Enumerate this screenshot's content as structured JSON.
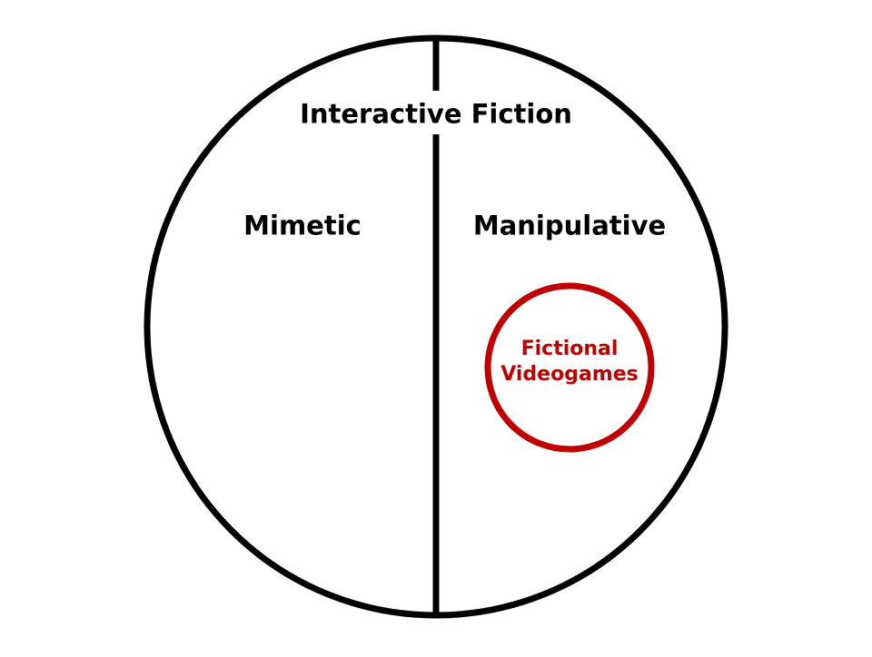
{
  "diagram": {
    "title": "Interactive Fiction",
    "left_region": "Mimetic",
    "right_region": "Manipulative",
    "subset": {
      "line1": "Fictional",
      "line2": "Videogames"
    }
  },
  "colors": {
    "outline": "#000000",
    "subset_accent": "#c00000",
    "background": "#ffffff"
  }
}
